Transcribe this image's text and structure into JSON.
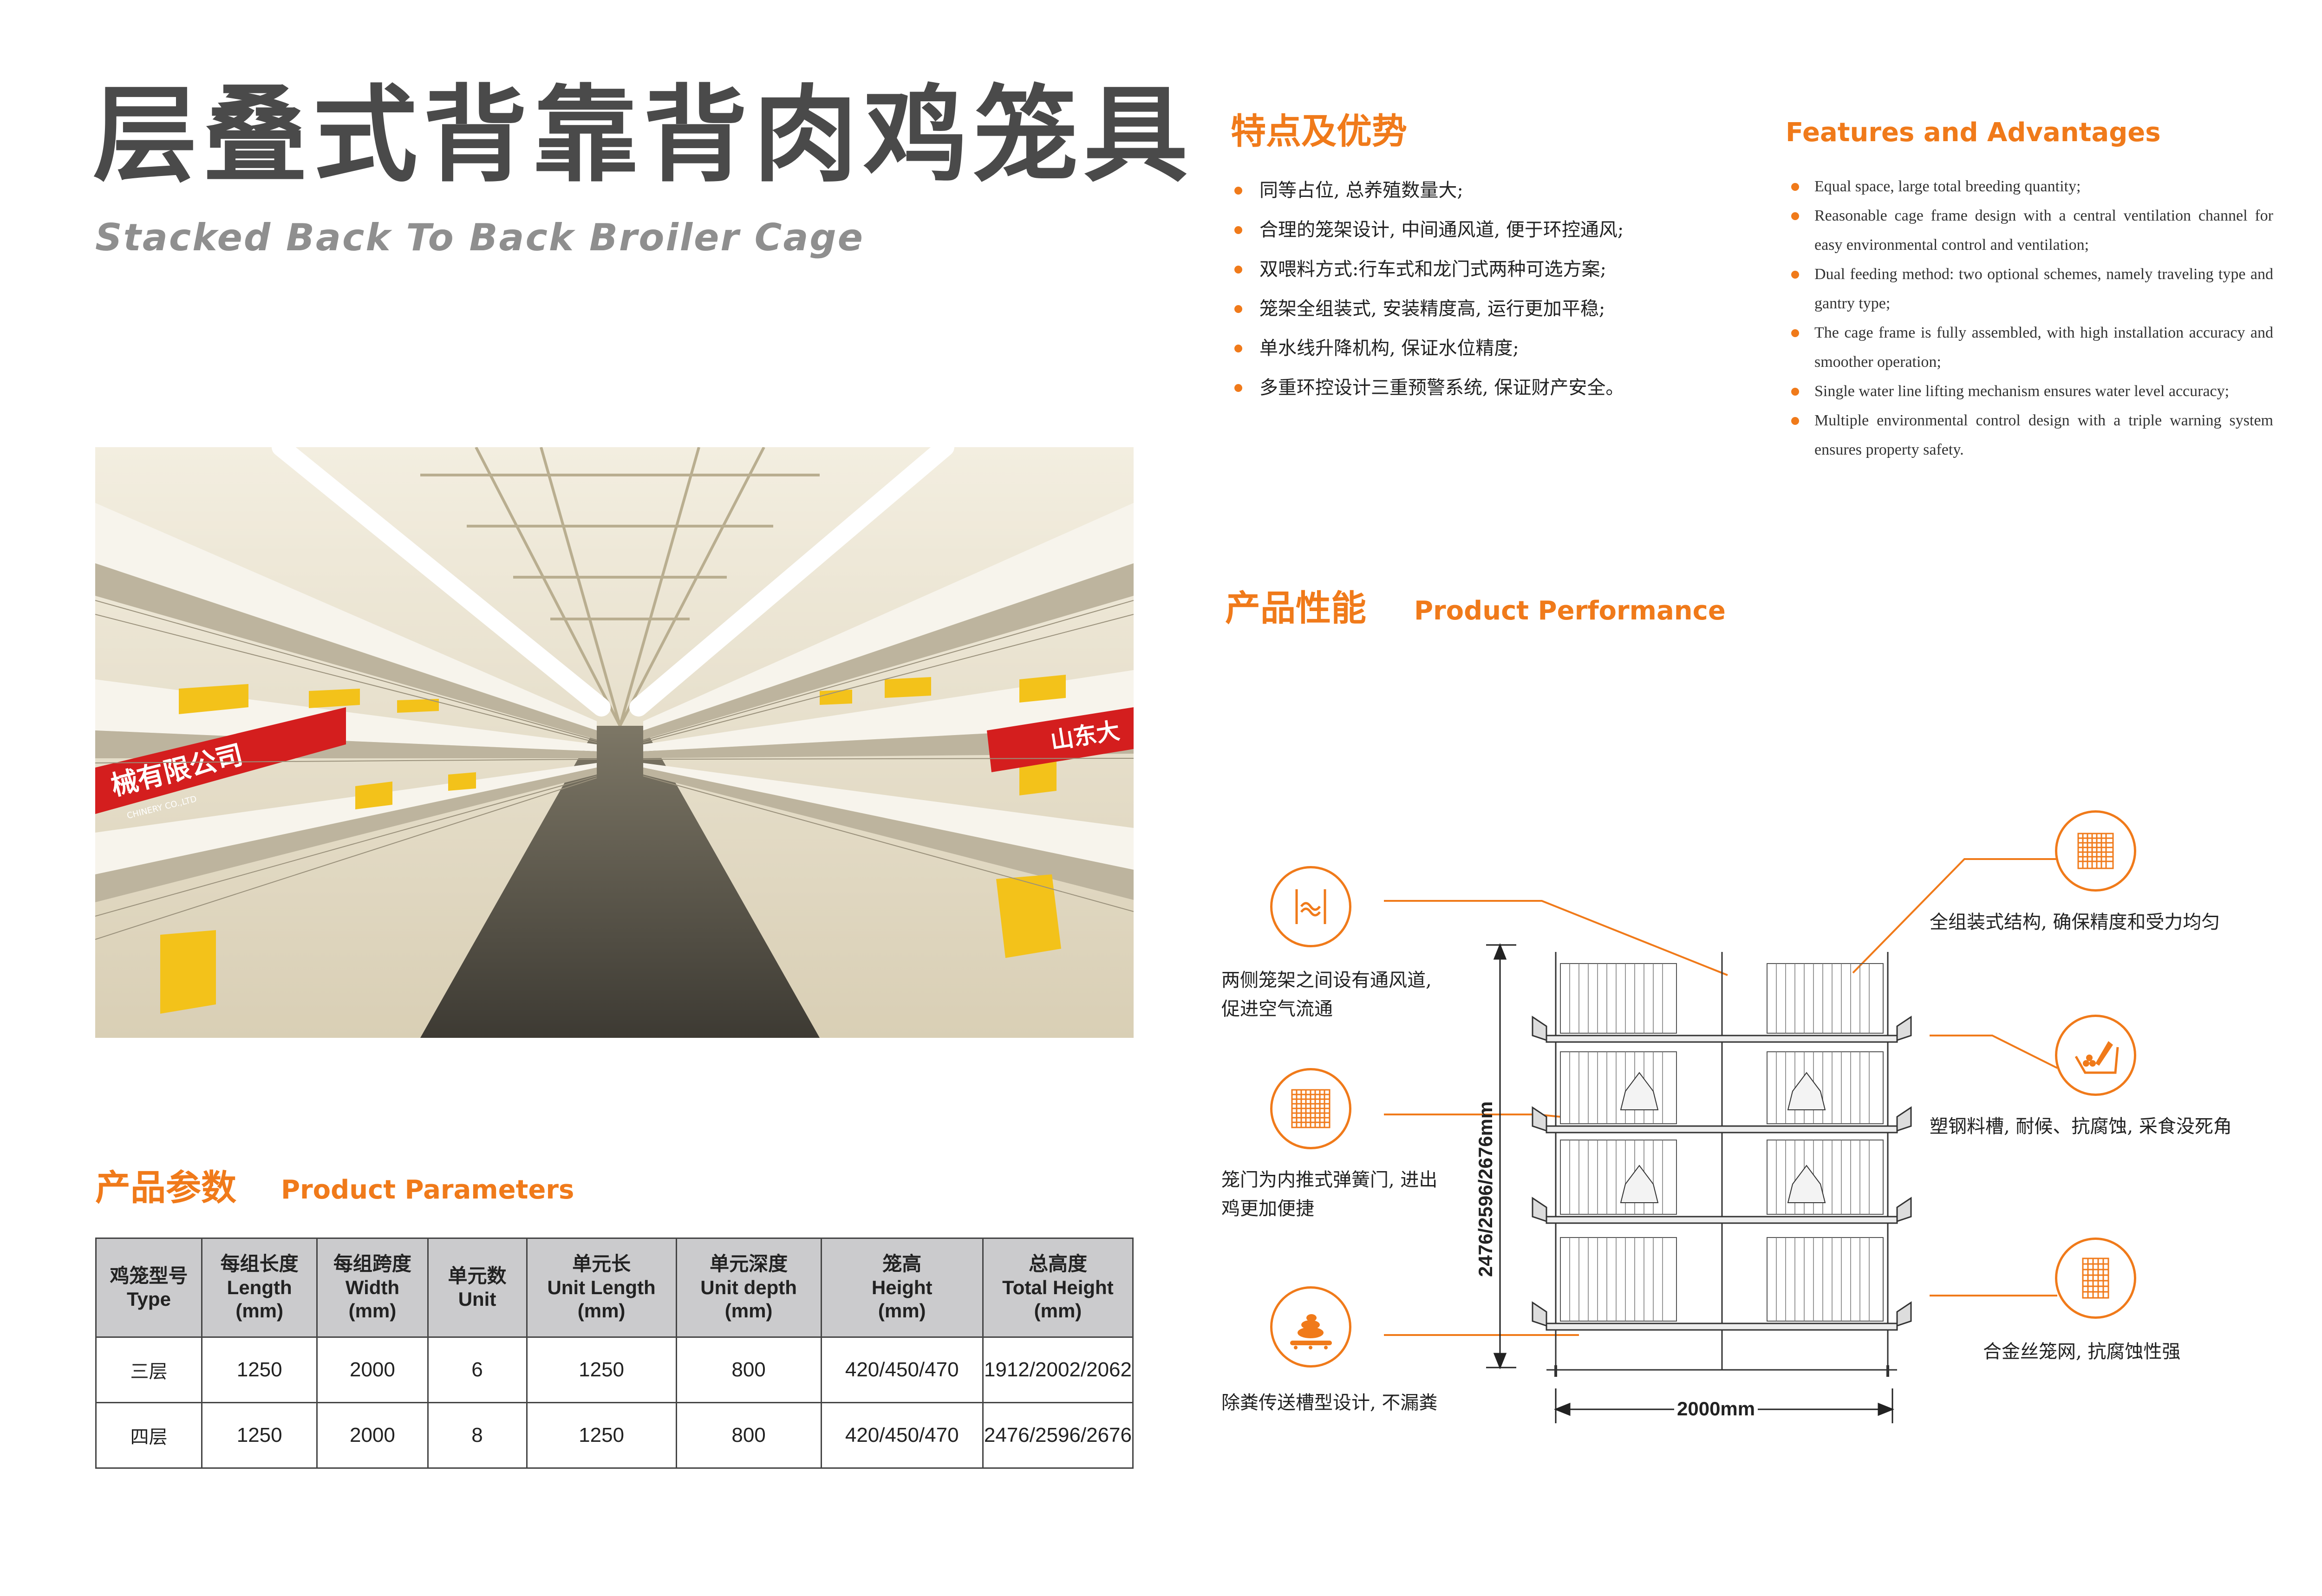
{
  "title": {
    "zh": "层叠式背靠背肉鸡笼具",
    "en": "Stacked Back To Back Broiler Cage"
  },
  "photo": {
    "sign_text_left": "械有限公司",
    "sign_subtext_left": "CHINERY CO.,LTD",
    "sign_text_right": "山东大"
  },
  "parameters": {
    "heading_zh": "产品参数",
    "heading_en": "Product Parameters",
    "headers": [
      [
        "鸡笼型号",
        "Type",
        ""
      ],
      [
        "每组长度",
        "Length",
        "(mm)"
      ],
      [
        "每组跨度",
        "Width",
        "(mm)"
      ],
      [
        "单元数",
        "Unit",
        ""
      ],
      [
        "单元长",
        "Unit Length",
        "(mm)"
      ],
      [
        "单元深度",
        "Unit depth",
        "(mm)"
      ],
      [
        "笼高",
        "Height",
        "(mm)"
      ],
      [
        "总高度",
        "Total Height",
        "(mm)"
      ]
    ],
    "rows": [
      [
        "三层",
        "1250",
        "2000",
        "6",
        "1250",
        "800",
        "420/450/470",
        "1912/2002/2062"
      ],
      [
        "四层",
        "1250",
        "2000",
        "8",
        "1250",
        "800",
        "420/450/470",
        "2476/2596/2676"
      ]
    ]
  },
  "features": {
    "heading_zh": "特点及优势",
    "heading_en": "Features and Advantages",
    "items_zh": [
      "同等占位, 总养殖数量大;",
      "合理的笼架设计, 中间通风道, 便于环控通风;",
      "双喂料方式:行车式和龙门式两种可选方案;",
      "笼架全组装式, 安装精度高, 运行更加平稳;",
      "单水线升降机构, 保证水位精度;",
      "多重环控设计三重预警系统, 保证财产安全。"
    ],
    "items_en": [
      "Equal space, large total breeding quantity;",
      "Reasonable cage frame design with a central ventilation channel for easy environmental control and ventilation;",
      "Dual feeding method: two optional schemes, namely traveling type and gantry type;",
      "The cage frame is fully assembled, with high installation accuracy and smoother operation;",
      "Single water line lifting mechanism ensures water level accuracy;",
      "Multiple environmental control design with a triple warning system ensures property safety."
    ]
  },
  "performance": {
    "heading_zh": "产品性能",
    "heading_en": "Product Performance",
    "left": [
      {
        "line1": "两侧笼架之间设有通风道,",
        "line2": "促进空气流通",
        "icon": "ventilation-icon"
      },
      {
        "line1": "笼门为内推式弹簧门, 进出",
        "line2": "鸡更加便捷",
        "icon": "cage-door-icon"
      },
      {
        "line1": "除粪传送槽型设计, 不漏粪",
        "line2": "",
        "icon": "manure-belt-icon"
      }
    ],
    "right": [
      {
        "text": "全组装式结构, 确保精度和受力均匀",
        "icon": "frame-structure-icon"
      },
      {
        "text": "塑钢料槽, 耐候、抗腐蚀, 采食没死角",
        "icon": "feed-trough-icon"
      },
      {
        "text": "合金丝笼网, 抗腐蚀性强",
        "icon": "wire-mesh-icon"
      }
    ],
    "dim_height": "2476/2596/2676mm",
    "dim_width": "2000mm"
  },
  "colors": {
    "accent": "#f07a1a",
    "title": "#4a4a4a",
    "subtitle": "#8f8f8f",
    "table_header": "#cbcbcd"
  }
}
